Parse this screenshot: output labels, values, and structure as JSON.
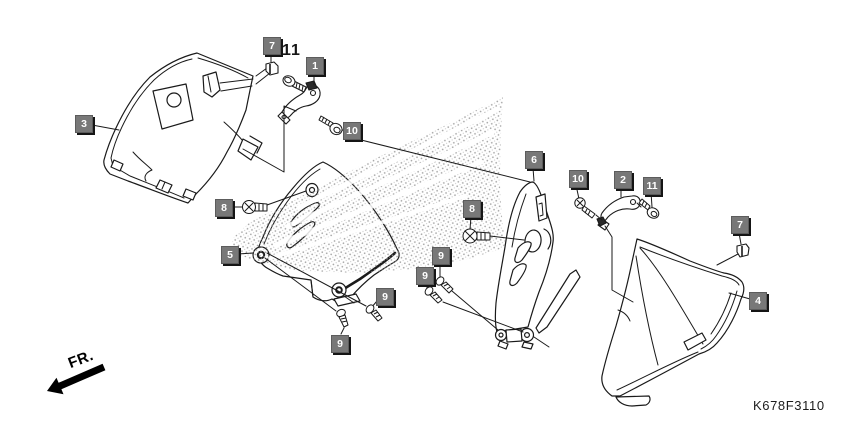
{
  "diagram": {
    "code": "K678F3110",
    "front_marker": "FR.",
    "unboxed_callout": "11",
    "background_color": "#ffffff",
    "line_color": "#1a1a1a",
    "callout_box_color": "#787878",
    "callout_text_color": "#ffffff",
    "watermark_dot_color": "#9a9a9a"
  },
  "callouts": [
    {
      "ref": "7"
    },
    {
      "ref": "1"
    },
    {
      "ref": "10"
    },
    {
      "ref": "3"
    },
    {
      "ref": "8"
    },
    {
      "ref": "5"
    },
    {
      "ref": "9"
    },
    {
      "ref": "9"
    },
    {
      "ref": "6"
    },
    {
      "ref": "10"
    },
    {
      "ref": "2"
    },
    {
      "ref": "11"
    },
    {
      "ref": "8"
    },
    {
      "ref": "9"
    },
    {
      "ref": "9"
    },
    {
      "ref": "7"
    },
    {
      "ref": "4"
    }
  ]
}
